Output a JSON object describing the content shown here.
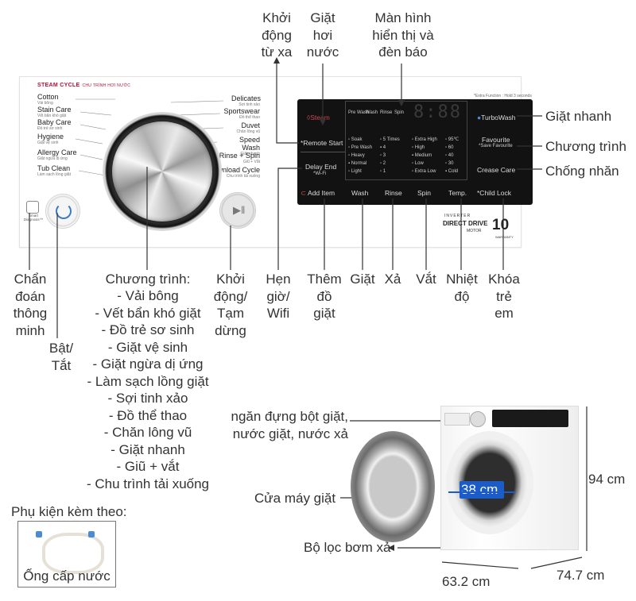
{
  "panel": {
    "steam_cycle_title": "STEAM CYCLE",
    "steam_cycle_sub": "CHU TRÌNH HƠI NƯỚC",
    "programs_left": [
      {
        "name": "Cotton",
        "sub": "Vải bông"
      },
      {
        "name": "Stain Care",
        "sub": "Vết bẩn khó giặt"
      },
      {
        "name": "Baby Care",
        "sub": "Đồ trẻ sơ sinh"
      },
      {
        "name": "Hygiene",
        "sub": "Giặt vệ sinh"
      },
      {
        "name": "Allergy Care",
        "sub": "Giặt ngừa dị ứng"
      },
      {
        "name": "Tub Clean",
        "sub": "Làm sạch lồng giặt"
      }
    ],
    "programs_right": [
      {
        "name": "Delicates",
        "sub": "Sợi tinh xảo"
      },
      {
        "name": "Sportswear",
        "sub": "Đồ thể thao"
      },
      {
        "name": "Duvet",
        "sub": "Chăn lông vũ"
      },
      {
        "name": "Speed Wash",
        "sub": "Giặt nhanh"
      },
      {
        "name": "Rinse + Spin",
        "sub": "Giũ + Vắt"
      },
      {
        "name": "Download Cycle",
        "sub": "Chu trình tải xuống"
      }
    ],
    "smart_diag": "Smart Diagnosis™",
    "start_glyph": "▶‖",
    "display": {
      "extra_note": "*Extra Function : Hold 3 seconds",
      "steam": "Steam",
      "remote_start": "Remote Start",
      "delay_end": "Delay End",
      "wifi": "*Wi-Fi",
      "add_item": "Add Item",
      "stages": [
        "Pre Wash",
        "Wash",
        "Rinse",
        "Spin"
      ],
      "segments": "8:88",
      "col1": [
        "Soak",
        "Pre Wash",
        "Heavy",
        "Normal",
        "Light"
      ],
      "col2": [
        "5 Times",
        "4",
        "3",
        "2",
        "1"
      ],
      "col3": [
        "Extra High",
        "High",
        "Medium",
        "Low",
        "Extra Low"
      ],
      "col4": [
        "95℃",
        "60",
        "40",
        "30",
        "Cold"
      ],
      "bottom": [
        "Wash",
        "Rinse",
        "Spin",
        "Temp.",
        "*Child Lock"
      ],
      "turbowash": "TurboWash",
      "favourite": "Favourite",
      "save_favourite": "*Save Favourite",
      "crease_care": "Crease Care"
    },
    "inverter": "INVERTER",
    "direct_drive": "DIRECT DRIVE",
    "motor": "MOTOR",
    "warranty_num": "10",
    "warranty": "WARRANTY"
  },
  "labels": {
    "remote_start": "Khởi\nđộng\ntừ xa",
    "steam": "Giặt\nhơi\nnước",
    "display": "Màn hình\nhiển thị và\nđèn báo",
    "turbowash": "Giặt nhanh",
    "favourite": "Chương trình",
    "crease_care": "Chống nhăn",
    "smart_diag": "Chẩn\nđoán\nthông\nminh",
    "power": "Bật/\nTắt",
    "programs_title": "Chương trình:",
    "programs_list": [
      "- Vải bông",
      "- Vết bẩn khó giặt",
      "- Đồ trẻ sơ sinh",
      "- Giặt vệ sinh",
      "- Giặt ngừa dị ứng",
      "- Làm sạch lồng giặt",
      "- Sợi tinh xảo",
      "- Đồ thể thao",
      "- Chăn lông vũ",
      "- Giặt nhanh",
      "- Giũ + vắt",
      "- Chu trình tải xuống"
    ],
    "start_pause": "Khởi\nđộng/\nTạm\ndừng",
    "delay_wifi": "Hẹn\ngiờ/\nWifi",
    "add_item": "Thêm\nđồ\ngiặt",
    "wash": "Giặt",
    "rinse": "Xả",
    "spin": "Vắt",
    "temp": "Nhiệt\nđộ",
    "child_lock": "Khóa\ntrẻ\nem"
  },
  "machine": {
    "detergent": "ngăn đựng bột giặt,\nnước giặt, nước xả",
    "door": "Cửa máy giặt",
    "drum_diameter": "38 cm",
    "filter": "Bộ lọc bơm xả",
    "height": "94 cm",
    "width": "63.2 cm",
    "depth": "74.7 cm"
  },
  "accessory": {
    "title": "Phụ kiện kèm theo:",
    "item": "Ống cấp nước"
  },
  "colors": {
    "accent_red": "#b0123a",
    "callout_blue": "#1c5cc9",
    "display_bg": "#121212"
  }
}
